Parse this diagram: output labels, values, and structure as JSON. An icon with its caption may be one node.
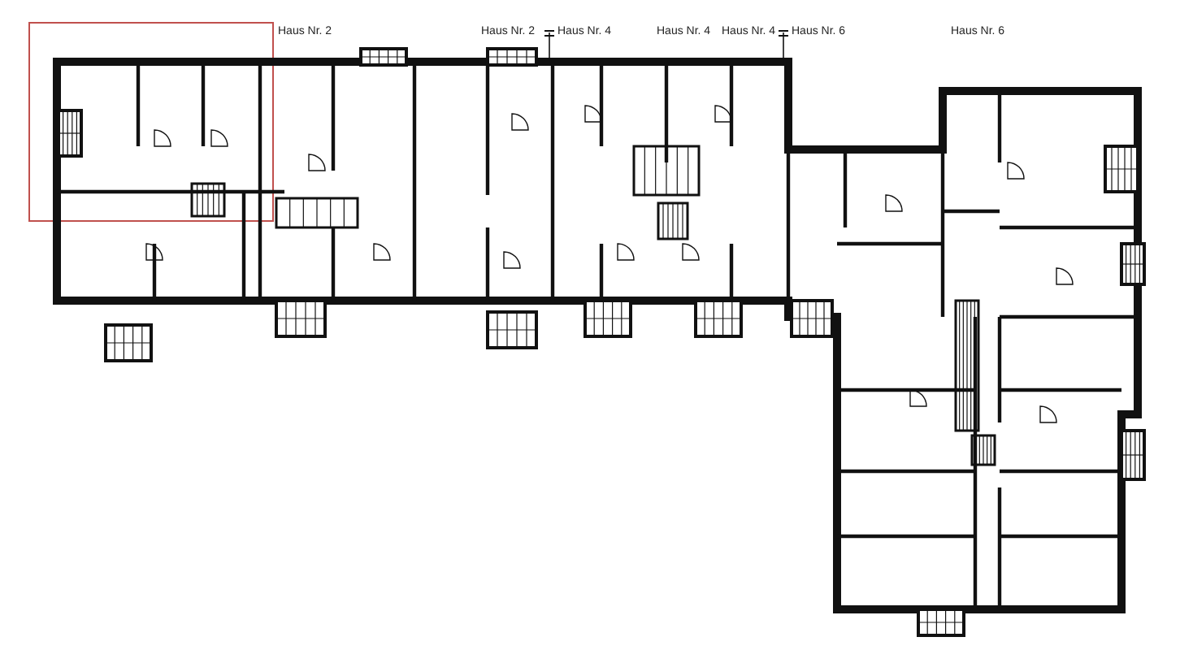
{
  "diagram": {
    "labels": [
      "Haus Nr. 2",
      "Haus Nr. 2",
      "Haus Nr. 4",
      "Haus Nr. 4",
      "Haus Nr. 4",
      "Haus Nr. 6",
      "Haus Nr. 6"
    ]
  }
}
